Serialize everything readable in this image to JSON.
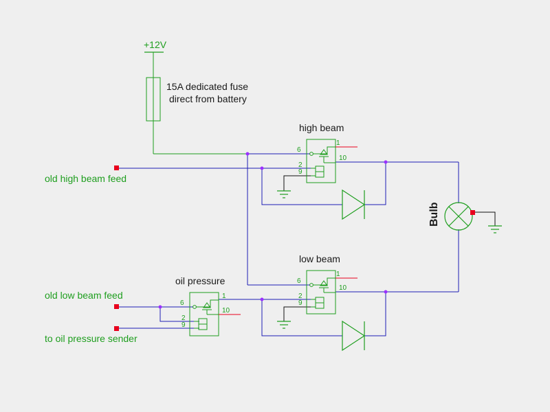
{
  "colors": {
    "background": "#efefef",
    "component": "#1e9e1e",
    "wire": "#1c1cb4",
    "black_wire": "#111111",
    "junction": "#9b30ff",
    "terminal": "#e8001c",
    "label_green": "#1e9e1e",
    "label_dark": "#1a1a1a"
  },
  "labels": {
    "supply": "+12V",
    "fuse_line1": "15A dedicated fuse",
    "fuse_line2": "direct from battery",
    "high_beam": "high beam",
    "low_beam": "low beam",
    "oil_pressure": "oil pressure",
    "bulb": "Bulb",
    "old_high_beam_feed": "old high beam feed",
    "old_low_beam_feed": "old low beam feed",
    "oil_sender": "to oil pressure sender"
  },
  "pins": {
    "p1": "1",
    "p2": "2",
    "p6": "6",
    "p9": "9",
    "p10": "10"
  },
  "icons": {
    "fuse": "fuse-icon",
    "relay": "relay-icon",
    "diode": "diode-icon",
    "lamp": "lamp-icon",
    "ground": "ground-icon"
  }
}
